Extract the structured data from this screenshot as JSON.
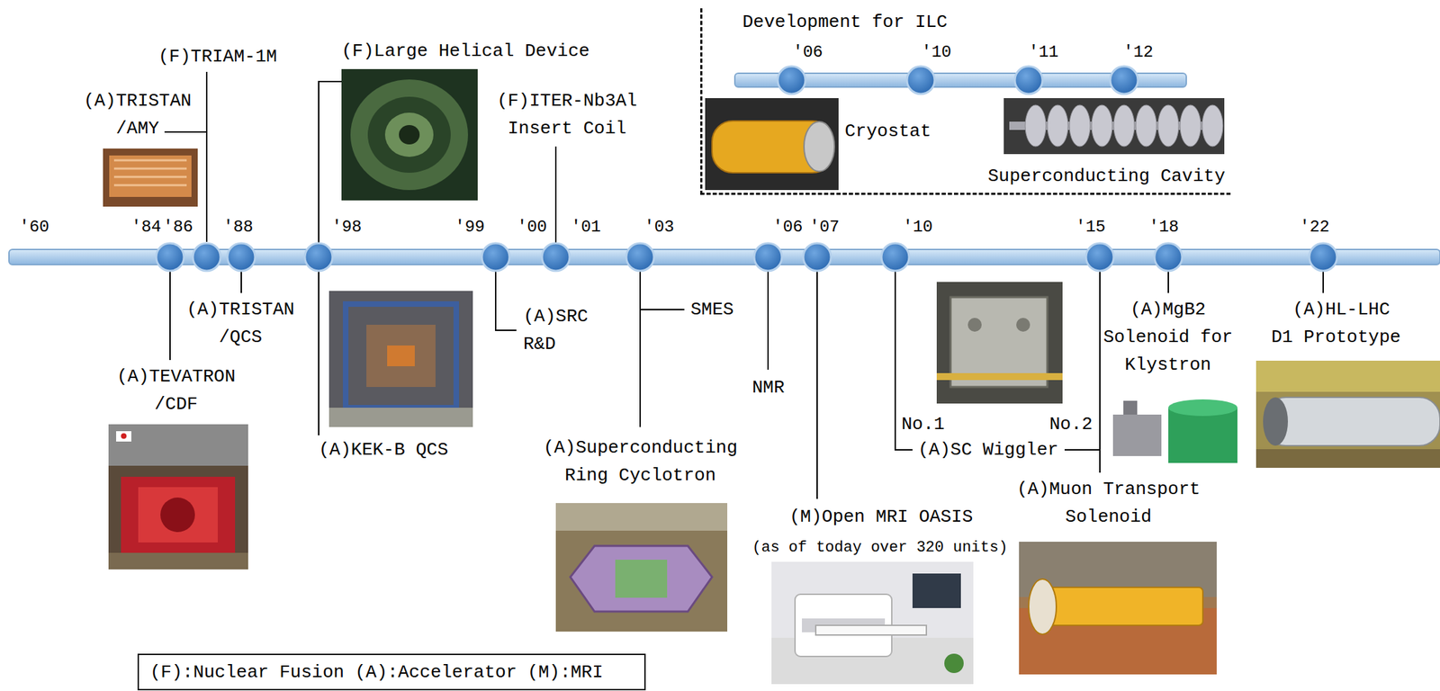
{
  "diagram": {
    "nodes": [
      {
        "text": [
          "Development for ILC"
        ]
      },
      {
        "text": [
          "(F):Nuclear Fusion (A):Accelerator (M):MRI"
        ]
      }
    ],
    "labels": [
      "'60",
      "'84",
      "'86",
      "'88",
      "'98",
      "'99",
      "'00",
      "'01",
      "'03",
      "'06",
      "'07",
      "'10",
      "'15",
      "'18",
      "'22",
      "(A)TRISTAN /AMY",
      "(F)TRIAM-1M",
      "(F)Large Helical Device",
      "(F)ITER-Nb3Al Insert Coil",
      "(A)TRISTAN /QCS",
      "(A)TEVATRON /CDF",
      "(A)KEK-B QCS",
      "(A)SRC R&D",
      "SMES",
      "(A)Superconducting Ring Cyclotron",
      "NMR",
      "(M)Open MRI OASIS",
      "(as of today over 320 units)",
      "No.1",
      "(A)SC Wiggler",
      "No.2",
      "(A)Muon Transport Solenoid",
      "(A)MgB2 Solenoid for Klystron",
      "(A)HL-LHC D1 Prototype",
      "'06",
      "'10",
      "'11",
      "'12",
      "Cryostat",
      "Superconducting Cavity"
    ]
  }
}
